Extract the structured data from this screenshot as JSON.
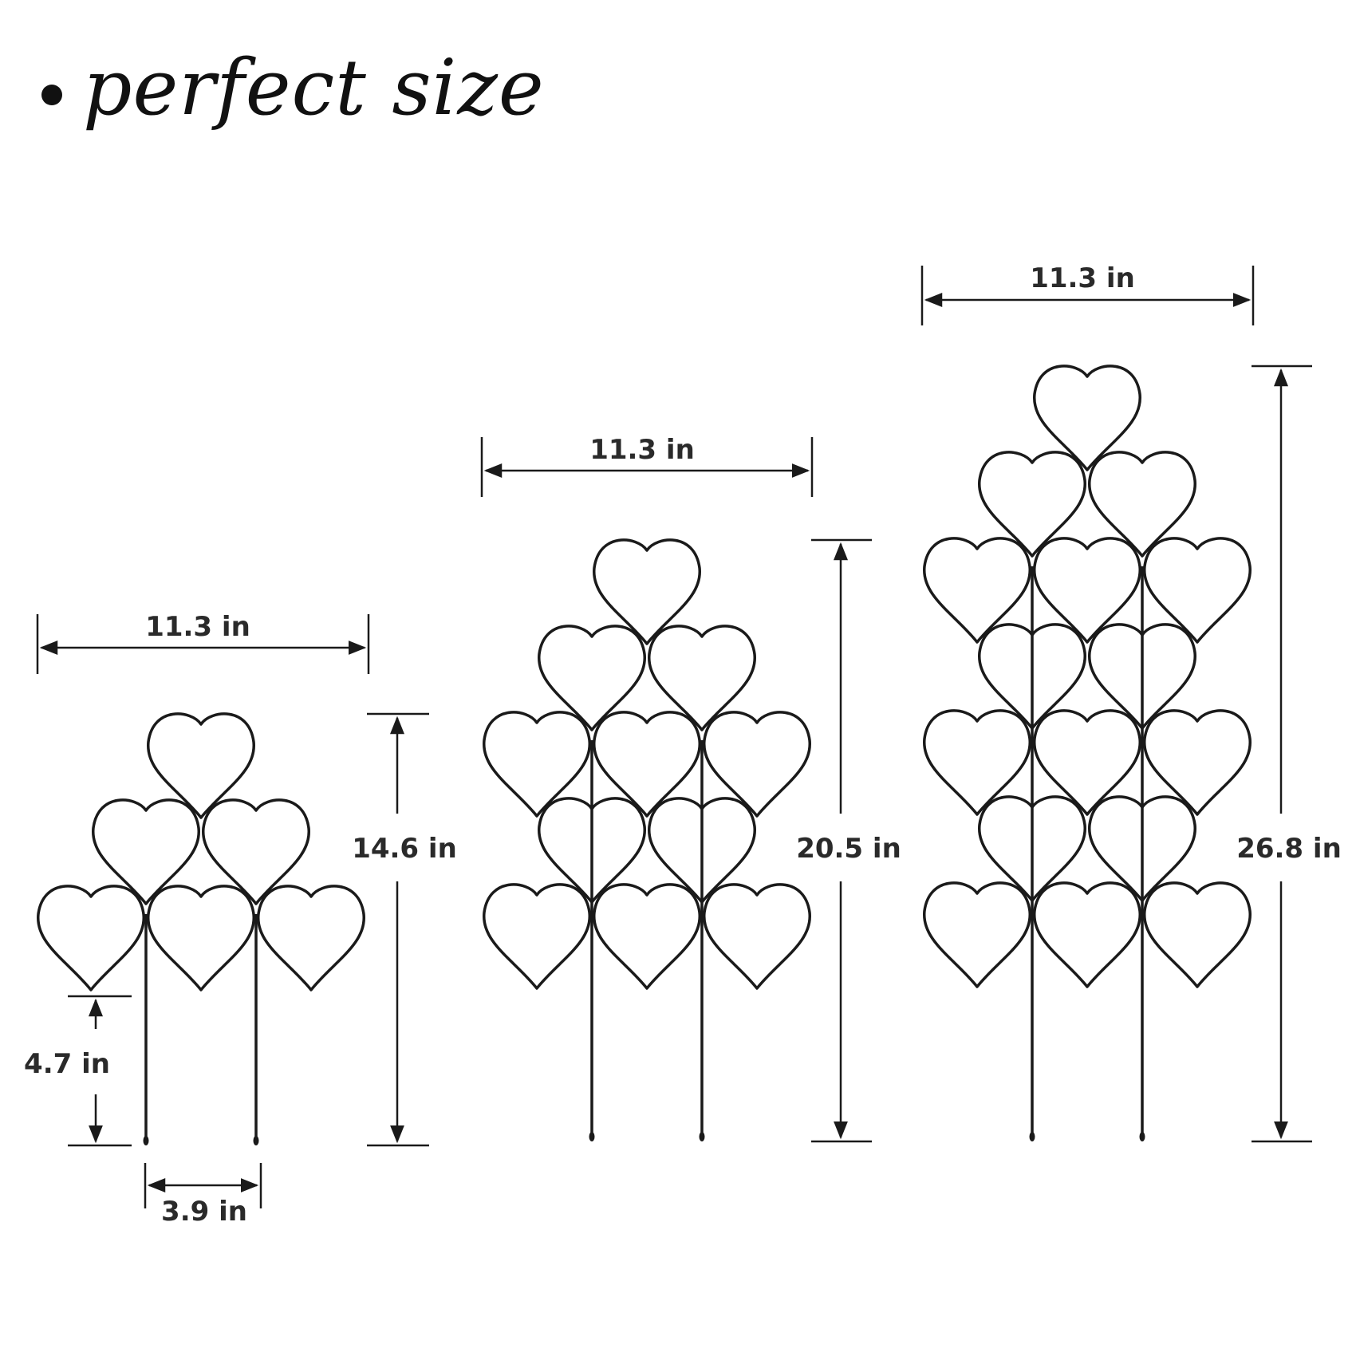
{
  "heading": {
    "bullet_icon": "bullet-dot-icon",
    "text": "perfect size"
  },
  "colors": {
    "line": "#1a1a1a",
    "text": "#2a2a2a",
    "background": "#ffffff"
  },
  "trellises": [
    {
      "id": "small",
      "rows": [
        1,
        2,
        3
      ],
      "width_label": "11.3 in",
      "height_label": "14.6 in"
    },
    {
      "id": "medium",
      "rows": [
        1,
        2,
        3,
        2,
        3
      ],
      "width_label": "11.3 in",
      "height_label": "20.5 in"
    },
    {
      "id": "large",
      "rows": [
        1,
        2,
        3,
        2,
        3,
        2,
        3
      ],
      "width_label": "11.3 in",
      "height_label": "26.8 in"
    }
  ],
  "extra_dims": {
    "stake_length_label": "4.7 in",
    "stake_spacing_label": "3.9 in"
  }
}
